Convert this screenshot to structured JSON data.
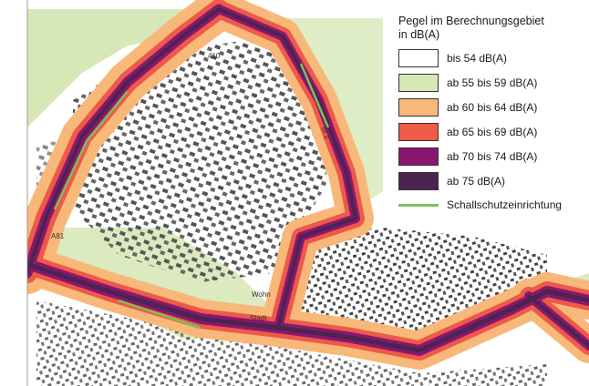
{
  "legend": {
    "title_line1": "Pegel im Berechnungsgebiet",
    "title_line2": "in dB(A)",
    "classes": [
      {
        "label": "bis 54 dB(A)",
        "color": "#ffffff"
      },
      {
        "label": "ab 55 bis 59 dB(A)",
        "color": "#d7e8b8"
      },
      {
        "label": "ab 60 bis 64 dB(A)",
        "color": "#f8b87a"
      },
      {
        "label": "ab 65 bis 69 dB(A)",
        "color": "#ee5a48"
      },
      {
        "label": "ab 70 bis 74 dB(A)",
        "color": "#8b1670"
      },
      {
        "label": "ab 75 dB(A)",
        "color": "#4a2550"
      }
    ],
    "barrier": {
      "label": "Schallschutzeinrichtung",
      "color": "#7cc257"
    }
  },
  "map": {
    "labels": {
      "road_a": "410",
      "road_b": "St 2",
      "road_c": "A81",
      "place_a": "Wohn",
      "place_b": "Stadt"
    }
  }
}
